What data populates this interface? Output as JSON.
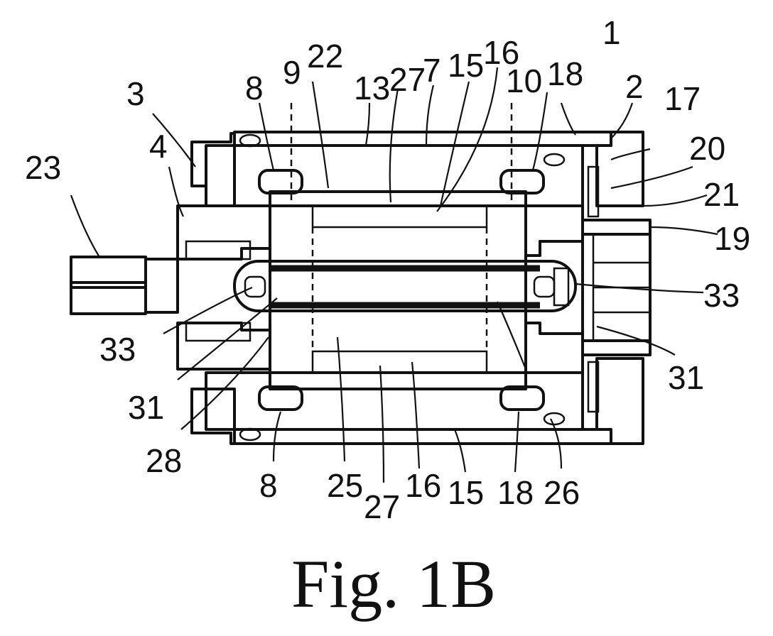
{
  "caption": "Fig. 1B",
  "labels": [
    {
      "id": "l1",
      "text": "1"
    },
    {
      "id": "l2",
      "text": "2"
    },
    {
      "id": "l3",
      "text": "3"
    },
    {
      "id": "l4",
      "text": "4"
    },
    {
      "id": "l7",
      "text": "7"
    },
    {
      "id": "l8a",
      "text": "8"
    },
    {
      "id": "l8b",
      "text": "8"
    },
    {
      "id": "l9",
      "text": "9"
    },
    {
      "id": "l10",
      "text": "10"
    },
    {
      "id": "l13",
      "text": "13"
    },
    {
      "id": "l15a",
      "text": "15"
    },
    {
      "id": "l15b",
      "text": "15"
    },
    {
      "id": "l16a",
      "text": "16"
    },
    {
      "id": "l16b",
      "text": "16"
    },
    {
      "id": "l17",
      "text": "17"
    },
    {
      "id": "l18a",
      "text": "18"
    },
    {
      "id": "l18b",
      "text": "18"
    },
    {
      "id": "l19",
      "text": "19"
    },
    {
      "id": "l20",
      "text": "20"
    },
    {
      "id": "l21",
      "text": "21"
    },
    {
      "id": "l22",
      "text": "22"
    },
    {
      "id": "l23",
      "text": "23"
    },
    {
      "id": "l25",
      "text": "25"
    },
    {
      "id": "l26",
      "text": "26"
    },
    {
      "id": "l27a",
      "text": "27"
    },
    {
      "id": "l27b",
      "text": "27"
    },
    {
      "id": "l28",
      "text": "28"
    },
    {
      "id": "l31a",
      "text": "31"
    },
    {
      "id": "l31b",
      "text": "31"
    },
    {
      "id": "l33a",
      "text": "33"
    },
    {
      "id": "l33b",
      "text": "33"
    }
  ]
}
